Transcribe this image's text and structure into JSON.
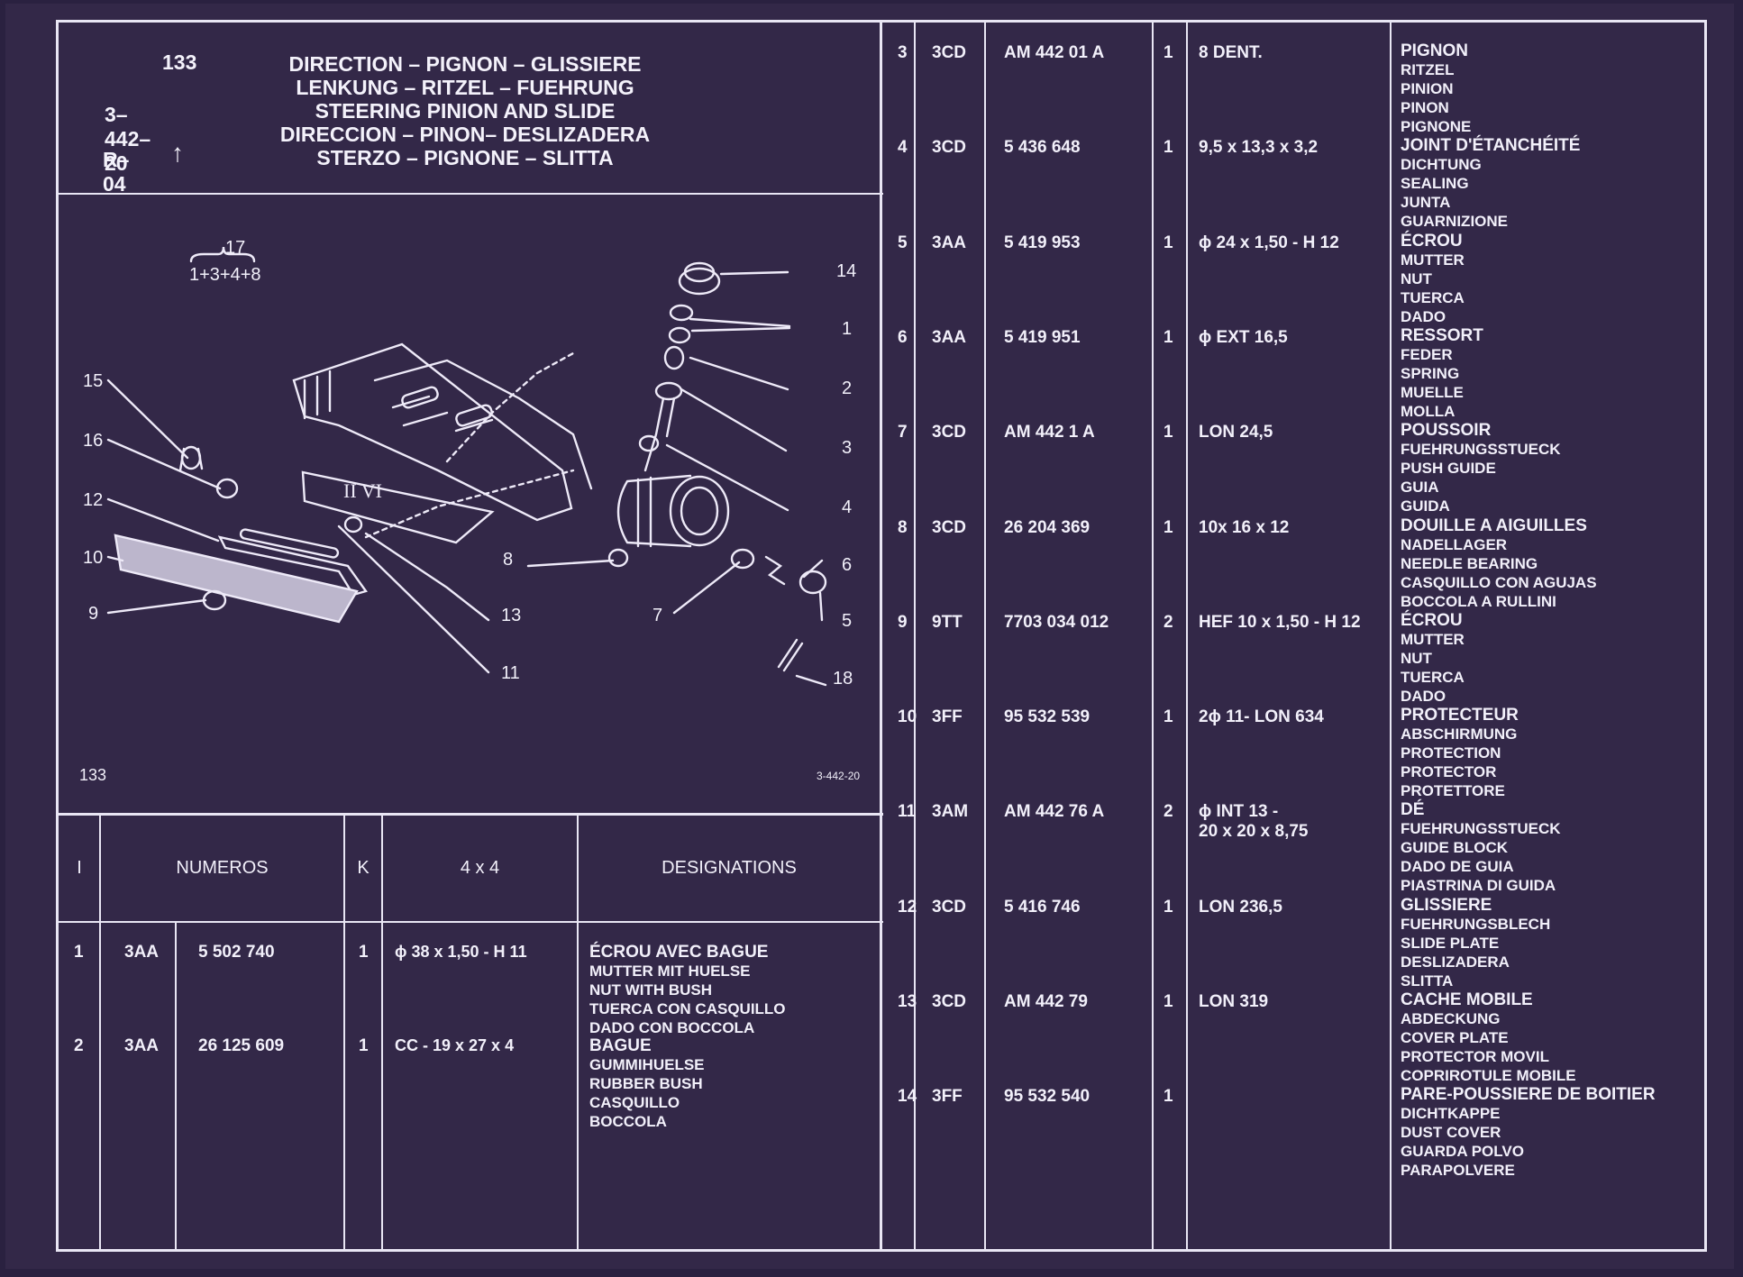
{
  "header": {
    "page_number": "133",
    "group_ref": "3–442–20",
    "revision": "R–04",
    "revision_arrow_icon": "arrow-up-icon",
    "titles": [
      "DIRECTION – PIGNON – GLISSIERE",
      "LENKUNG – RITZEL – FUEHRUNG",
      "STEERING PINION AND SLIDE",
      "DIRECCION – PINON– DESLIZADERA",
      "STERZO – PIGNONE – SLITTA"
    ]
  },
  "diagram": {
    "bracket_top": "17",
    "bracket_bottom": "1+3+4+8",
    "callouts": [
      "14",
      "1",
      "2",
      "3",
      "4",
      "15",
      "16",
      "12",
      "10",
      "9",
      "8",
      "6",
      "5",
      "7",
      "13",
      "11",
      "18"
    ],
    "footer_left": "133",
    "footer_right": "3-442-20"
  },
  "columns": {
    "index": "I",
    "numbers": "NUMEROS",
    "qty": "K",
    "dims": "4 x 4",
    "designations": "DESIGNATIONS"
  },
  "left_rows": [
    {
      "i": "1",
      "code": "3AA",
      "ref": "5 502 740",
      "k": "1",
      "dims": "ϕ 38 x 1,50 - H 11",
      "desig": [
        "ÉCROU AVEC BAGUE",
        "MUTTER MIT HUELSE",
        "NUT WITH BUSH",
        "TUERCA CON CASQUILLO",
        "DADO CON BOCCOLA"
      ]
    },
    {
      "i": "2",
      "code": "3AA",
      "ref": "26 125 609",
      "k": "1",
      "dims": "CC - 19 x 27 x 4",
      "desig": [
        "BAGUE",
        "GUMMIHUELSE",
        "RUBBER BUSH",
        "CASQUILLO",
        "BOCCOLA"
      ]
    }
  ],
  "right_rows": [
    {
      "i": "3",
      "code": "3CD",
      "ref": "AM 442  01 A",
      "k": "1",
      "dims": [
        "8 DENT."
      ],
      "desig": [
        "PIGNON",
        "RITZEL",
        "PINION",
        "PINON",
        "PIGNONE"
      ]
    },
    {
      "i": "4",
      "code": "3CD",
      "ref": "5 436 648",
      "k": "1",
      "dims": [
        "9,5 x 13,3 x 3,2"
      ],
      "desig": [
        "JOINT D'ÉTANCHÉITÉ",
        "DICHTUNG",
        "SEALING",
        "JUNTA",
        "GUARNIZIONE"
      ]
    },
    {
      "i": "5",
      "code": "3AA",
      "ref": "5 419 953",
      "k": "1",
      "dims": [
        "ϕ 24 x 1,50 - H 12"
      ],
      "desig": [
        "ÉCROU",
        "MUTTER",
        "NUT",
        "TUERCA",
        "DADO"
      ]
    },
    {
      "i": "6",
      "code": "3AA",
      "ref": "5 419 951",
      "k": "1",
      "dims": [
        "ϕ EXT 16,5"
      ],
      "desig": [
        "RESSORT",
        "FEDER",
        "SPRING",
        "MUELLE",
        "MOLLA"
      ]
    },
    {
      "i": "7",
      "code": "3CD",
      "ref": "AM 442   1 A",
      "k": "1",
      "dims": [
        "LON 24,5"
      ],
      "desig": [
        "POUSSOIR",
        "FUEHRUNGSSTUECK",
        "PUSH GUIDE",
        "GUIA",
        "GUIDA"
      ]
    },
    {
      "i": "8",
      "code": "3CD",
      "ref": "26 204 369",
      "k": "1",
      "dims": [
        "10x 16 x 12"
      ],
      "desig": [
        "DOUILLE A AIGUILLES",
        "NADELLAGER",
        "NEEDLE BEARING",
        "CASQUILLO CON AGUJAS",
        "BOCCOLA A RULLINI"
      ]
    },
    {
      "i": "9",
      "code": "9TT",
      "ref": "7703 034 012",
      "k": "2",
      "dims": [
        "HEF 10 x 1,50 - H 12"
      ],
      "desig": [
        "ÉCROU",
        "MUTTER",
        "NUT",
        "TUERCA",
        "DADO"
      ]
    },
    {
      "i": "10",
      "code": "3FF",
      "ref": "95 532 539",
      "k": "1",
      "dims": [
        "2ϕ 11- LON 634"
      ],
      "desig": [
        "PROTECTEUR",
        "ABSCHIRMUNG",
        "PROTECTION",
        "PROTECTOR",
        "PROTETTORE"
      ]
    },
    {
      "i": "11",
      "code": "3AM",
      "ref": "AM 442  76 A",
      "k": "2",
      "dims": [
        "ϕ INT 13 -",
        "20 x 20 x 8,75"
      ],
      "desig": [
        "DÉ",
        "FUEHRUNGSSTUECK",
        "GUIDE BLOCK",
        "DADO DE GUIA",
        "PIASTRINA DI GUIDA"
      ]
    },
    {
      "i": "12",
      "code": "3CD",
      "ref": "5 416 746",
      "k": "1",
      "dims": [
        "LON 236,5"
      ],
      "desig": [
        "GLISSIERE",
        "FUEHRUNGSBLECH",
        "SLIDE PLATE",
        "DESLIZADERA",
        "SLITTA"
      ]
    },
    {
      "i": "13",
      "code": "3CD",
      "ref": "AM 442  79",
      "k": "1",
      "dims": [
        "LON 319"
      ],
      "desig": [
        "CACHE MOBILE",
        "ABDECKUNG",
        "COVER PLATE",
        "PROTECTOR MOVIL",
        "COPRIROTULE MOBILE"
      ]
    },
    {
      "i": "14",
      "code": "3FF",
      "ref": "95 532 540",
      "k": "1",
      "dims": [
        ""
      ],
      "desig": [
        "PARE-POUSSIERE DE BOITIER",
        "DICHTKAPPE",
        "DUST COVER",
        "GUARDA POLVO",
        "PARAPOLVERE"
      ]
    }
  ]
}
